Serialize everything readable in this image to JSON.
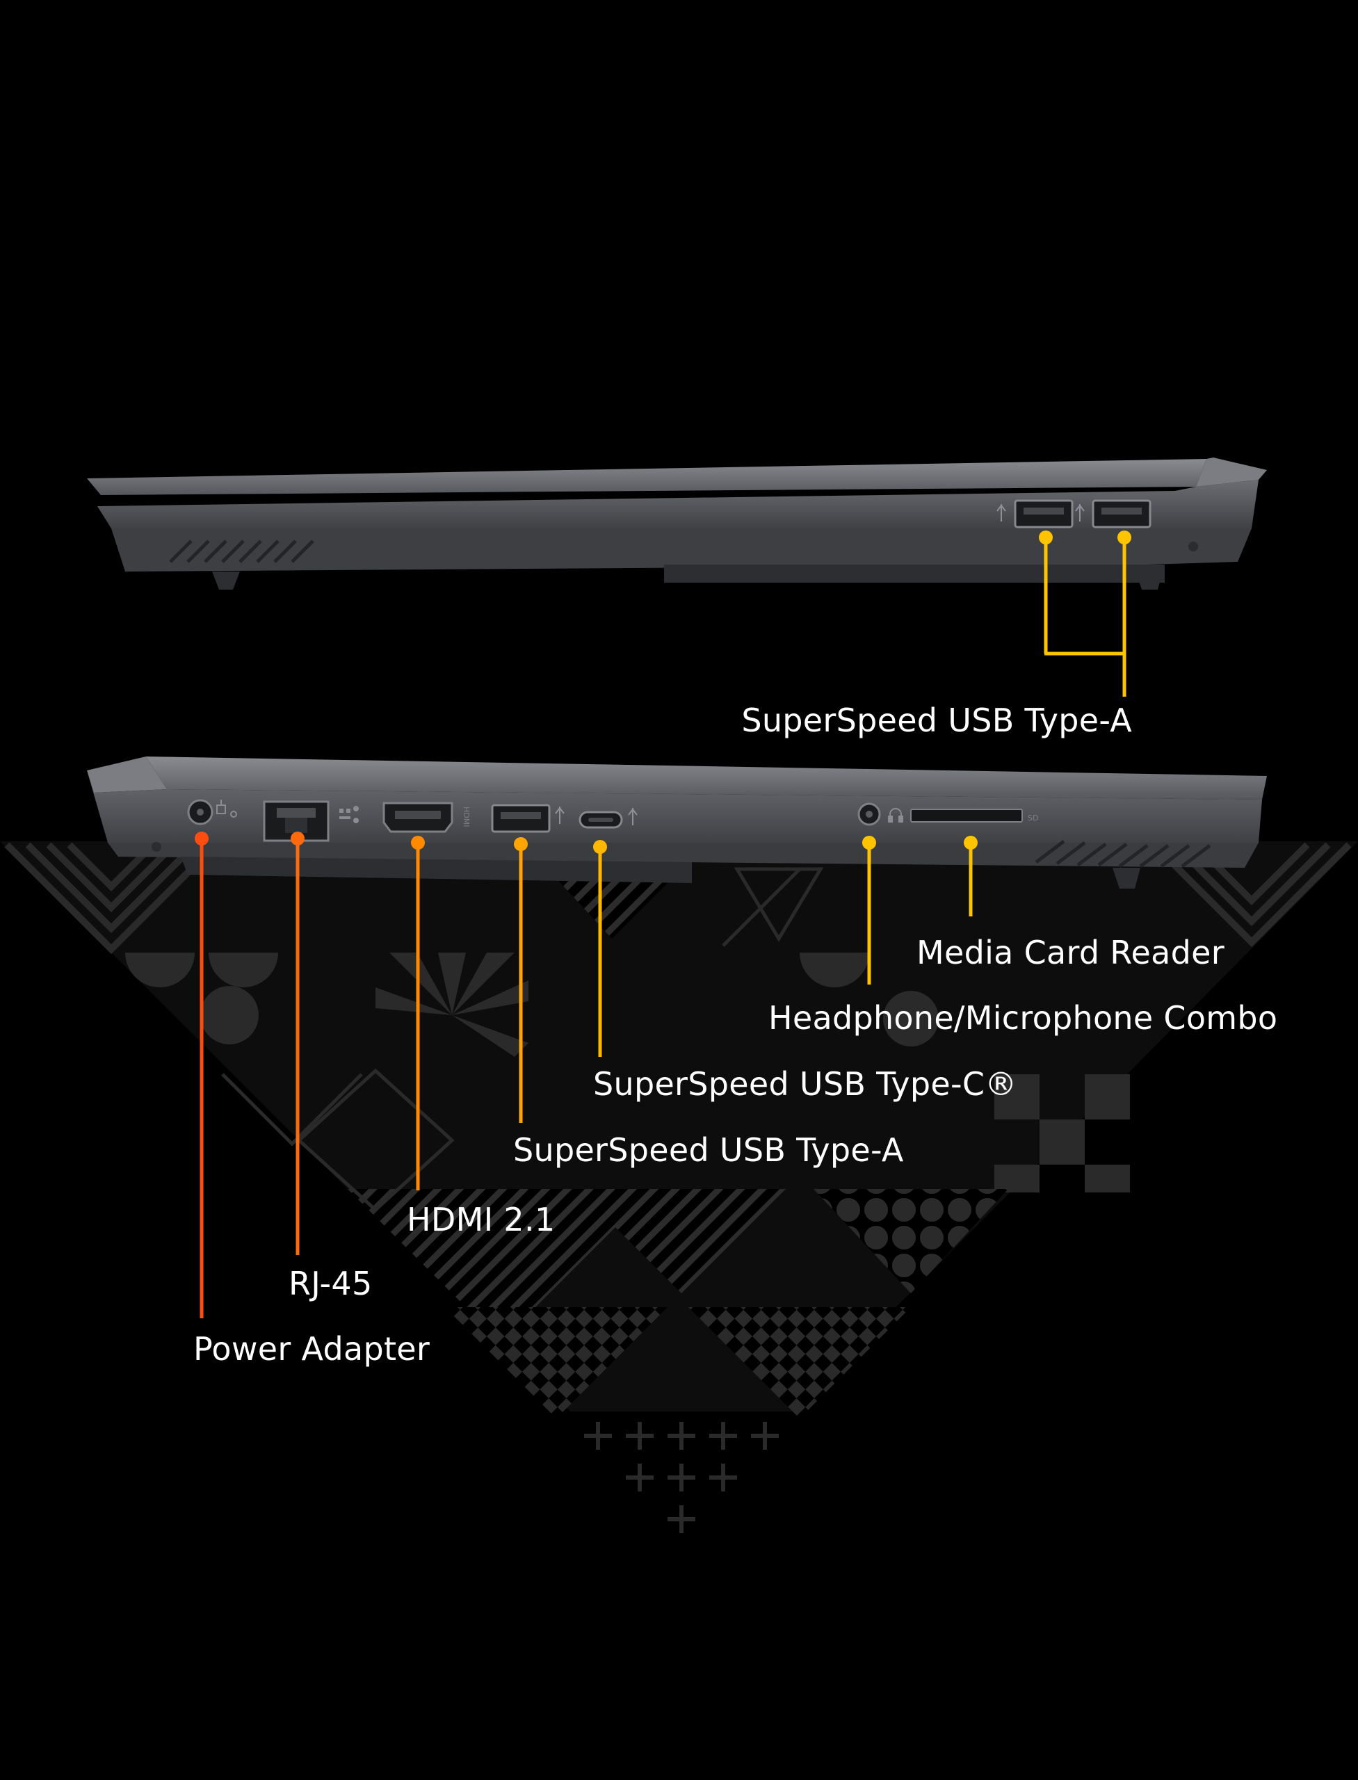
{
  "colors": {
    "background": "#000000",
    "chassis": "#5f6166",
    "chassis_dark": "#3a3c40",
    "pattern": "#2b2b2b",
    "orange_red": "#ff4d12",
    "orange": "#ff8a00",
    "amber": "#ffa500",
    "yellow": "#ffc400"
  },
  "top_view": {
    "ports": [
      "SuperSpeed USB Type-A",
      "SuperSpeed USB Type-A"
    ],
    "callout": "SuperSpeed USB Type-A"
  },
  "bottom_view": {
    "port_marks": {
      "sd": "SD"
    },
    "callouts": [
      {
        "id": "power",
        "label": "Power Adapter",
        "color": "#ff4d12"
      },
      {
        "id": "rj45",
        "label": "RJ-45",
        "color": "#ff6a0c"
      },
      {
        "id": "hdmi",
        "label": "HDMI 2.1",
        "color": "#ff8a00"
      },
      {
        "id": "usba",
        "label": "SuperSpeed USB Type-A",
        "color": "#ffa500"
      },
      {
        "id": "usbc",
        "label": "SuperSpeed USB Type-C®",
        "color": "#ffb800"
      },
      {
        "id": "audio",
        "label": "Headphone/Microphone Combo",
        "color": "#ffc400"
      },
      {
        "id": "sd",
        "label": "Media Card Reader",
        "color": "#ffc400"
      }
    ]
  }
}
